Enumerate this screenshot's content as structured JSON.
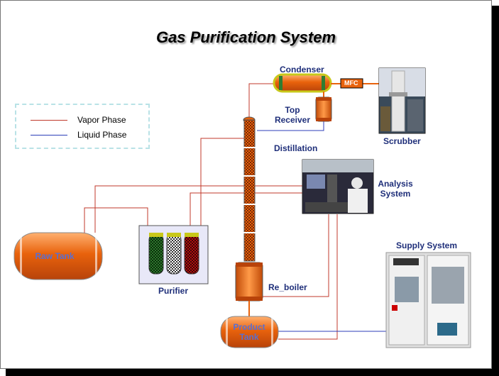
{
  "title": "Gas Purification System",
  "legend": {
    "vapor": "Vapor Phase",
    "liquid": "Liquid Phase",
    "vapor_color": "#c0392b",
    "liquid_color": "#2c3eb8"
  },
  "labels": {
    "condenser": "Condenser",
    "mfc": "MFC",
    "top_receiver_1": "Top",
    "top_receiver_2": "Receiver",
    "scrubber": "Scrubber",
    "distillation": "Distillation",
    "analysis_1": "Analysis",
    "analysis_2": "System",
    "raw_tank": "Raw Tank",
    "purifier": "Purifier",
    "reboiler": "Re_boiler",
    "product_1": "Product",
    "product_2": "Tank",
    "supply": "Supply System"
  },
  "colors": {
    "equipment_orange": "#e8620c",
    "label_blue": "#1f2f7a"
  }
}
